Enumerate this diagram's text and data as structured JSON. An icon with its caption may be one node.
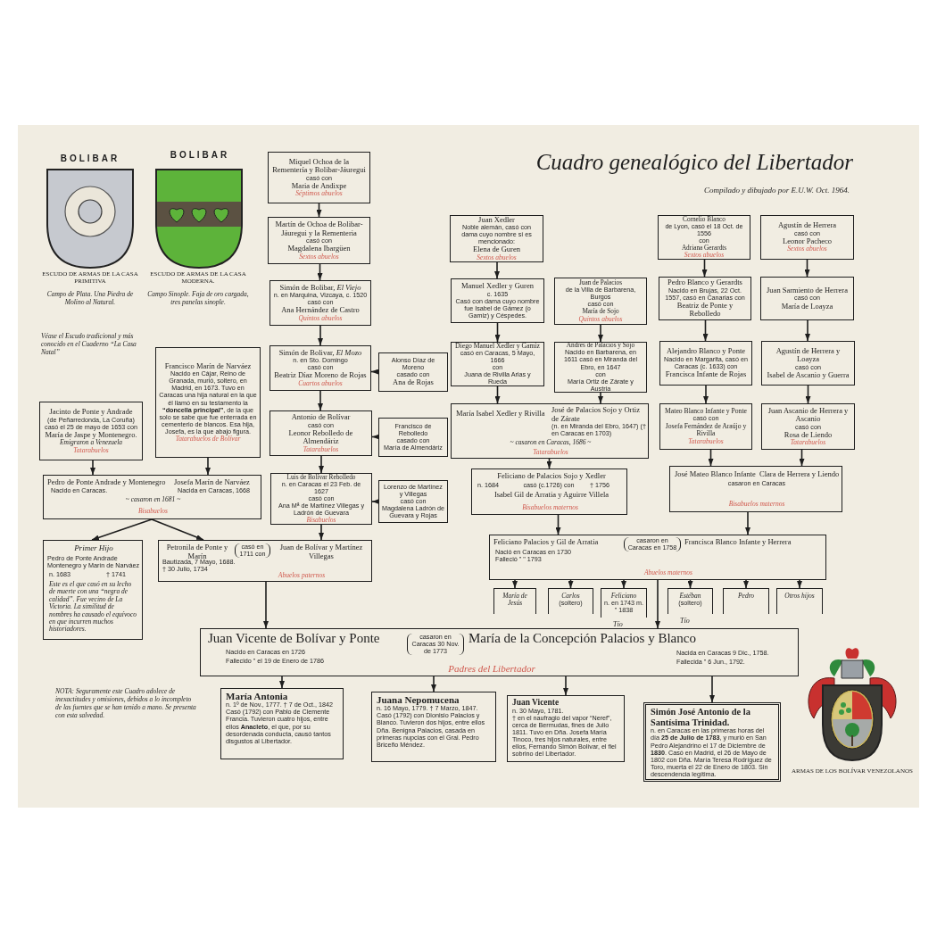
{
  "diagram": {
    "title": "Cuadro genealógico del Libertador",
    "nodes": [
      {
        "text": [
          "Miquel Ochoa de la Rementería y Bolibar-Jáuregui",
          "casó con",
          "Maria de Andixpe",
          "Séptimos abuelos"
        ]
      },
      {
        "text": [
          "Martín de Ochoa de Bolibar-Jáuregui y la Rementeria",
          "casó con",
          "Magdalena Ibargüen",
          "Sextos abuelos"
        ]
      },
      {
        "text": [
          "Simón de Bolibar, *El Viejo*",
          "n. en Marquina, Vizcaya, c. 1520",
          "casó con",
          "Ana Hernández de Castro",
          "Quintos abuelos"
        ]
      },
      {
        "text": [
          "Simón de Bolivar, *El Mozo*",
          "n. en Sto. Domingo",
          "casó con",
          "Beatriz Díaz Moreno de Rojas",
          "Cuartos abuelos"
        ]
      },
      {
        "text": [
          "Alonso Díaz de Moreno",
          "casado con",
          "Ana de Rojas"
        ]
      },
      {
        "text": [
          "Antonio de Bolívar",
          "casó con",
          "Leonor Rebolledo de Almendáriz",
          "Tatarabuelos"
        ]
      },
      {
        "text": [
          "Francisco de Rebolledo",
          "casado con",
          "María de Almendáriz"
        ]
      },
      {
        "text": [
          "Luis de Bolívar Rebolledo",
          "n. en Caracas el 23 Feb. de 1627",
          "casó con",
          "Ana Mª de Martínez Villegas y Ladrón de Guevara",
          "Bisabuelos"
        ]
      },
      {
        "text": [
          "Lorenzo de Martínez y Villegas",
          "casó con",
          "Magdalena Ladrón de Guevara y Rojas"
        ]
      },
      {
        "text": [
          "Petronila de Ponte y Marín",
          "Bautizada, 7 Mayo, 1688. † 30 Julio, 1734",
          "casó en 1711 con",
          "Juan de Bolívar y Martínez Villegas",
          "Abuelos paternos"
        ]
      },
      {
        "text": [
          "Jacinto de Ponte y Andrade",
          "(de Peñarredonda, La Coruña) casó el 25 de mayo de 1653 con",
          "María de Jaspe y Montenegro.",
          "Emigraron a Venezuela",
          "Tatarabuelos"
        ]
      },
      {
        "text": [
          "Francisco Marín de Narváez",
          "Nacido en Cájar, Reino de Granada, murió, soltero, en Madrid, en 1673. Tuvo en Caracas una hija natural en la que él llamó en su testamento la **“doncella principal”**, de la que solo se sabe que fue enterrada en cementerio de blancos. Esa hija, Josefa, es la que abajo figura.",
          "Tatarabuelos de Bolívar"
        ]
      },
      {
        "text": [
          "Pedro de Ponte Andrade y Montenegro",
          "Nacido en Caracas.",
          "Josefa Marín de Narváez",
          "Nacida en Caracas, 1668",
          "~ casaron en 1681 ~",
          "Bisabuelos"
        ]
      },
      {
        "text": [
          "Primer Hijo",
          "Pedro de Ponte Andrade Montenegro y Marín de Narváez",
          "n. 1683",
          "† 1741",
          "Este es el que casó en su lecho de muerte con una “negra de calidad”. Fue vecino de La Victoria. La similitud de nombres ha causado el equívoco en que incurren muchos historiadores."
        ]
      },
      {
        "text": [
          "Juan Vicente de Bolívar y Ponte",
          "Nacido en Caracas en 1726",
          "Fallecido \" el 19 de Enero de 1786",
          "casaron en Caracas 30 Nov. de 1773",
          "María de la Concepción Palacios y Blanco",
          "Nacida en Caracas 9 Dic., 1758.",
          "Fallecida \" 6 Jun., 1792.",
          "Padres del Libertador"
        ]
      },
      {
        "text": [
          "María Antonia",
          "n. 1º de Nov., 1777. † 7 de Oct., 1842",
          "Casó (1792) con Pablo de Clemente Francia. Tuvieron cuatro hijos, entre ellos **Anacleto**, el que, por su desordenada conducta, causó tantos disgustos al Libertador."
        ]
      },
      {
        "text": [
          "Juana Nepomucena",
          "n. 16 Mayo, 1779. † 7 Marzo, 1847.",
          "Casó (1792) con Dionisio Palacios y Blanco. Tuvieron dos hijos, entre ellos Dña. Benigna Palacios, casada en primeras nupcias con el Gral. Pedro Briceño Méndez."
        ]
      },
      {
        "text": [
          "Juan Vicente",
          "n. 30 Mayo, 1781.",
          "† en el naufragio del vapor “Neref”, cerca de Bermudas, fines de Julio 1811. Tuvo en Dña. Josefa María Tinoco, tres hijos naturales, entre ellos, Fernando Simón Bolívar, el fiel sobrino del Libertador."
        ]
      },
      {
        "text": [
          "Simón José Antonio de la Santísima Trinidad.",
          "n. en Caracas en las primeras horas del día **25 de Julio de 1783**, y murió en San Pedro Alejandrino el 17 de Diciembre de **1830**. Casó en Madrid, el 26 de Mayo de 1802 con Dña. María Teresa Rodríguez de Toro, muerta el 22 de Enero de 1803. Sin descendencia legítima."
        ]
      },
      {
        "text": [
          "Juan Xedler",
          "Noble alemán, casó con dama cuyo nombre sí es mencionado:",
          "Elena de Guren",
          "Sextos abuelos"
        ]
      },
      {
        "text": [
          "Manuel Xedler y Guren",
          "c. 1635",
          "Casó con dama cuyo nombre fue Isabel de Gámez (o Gamiz) y Céspedes."
        ]
      },
      {
        "text": [
          "Juan de Palacios",
          "de la Villa de Barbarena, Burgos",
          "casó con",
          "María de Sojo",
          "Quintos abuelos"
        ]
      },
      {
        "text": [
          "Diego Manuel Xedler y Gamiz",
          "casó en Caracas, 5 Mayo, 1666",
          "con",
          "Juana de Rivilla Arias y Rueda"
        ]
      },
      {
        "text": [
          "Andrés de Palacios y Sojo",
          "Nacido en Barbarena, en 1611 casó en Miranda del Ebro, en 1647",
          "con",
          "María Ortiz de Zárate y Austria"
        ]
      },
      {
        "text": [
          "María Isabel Xedler y Rivilla",
          "José de Palacios Sojo y Ortiz de Zárate",
          "(n. en Miranda del Ebro, 1647) († en Caracas en 1703)",
          "~ casaron en Caracas, 1686 ~",
          "Tatarabuelos"
        ]
      },
      {
        "text": [
          "Feliciano de Palacios Sojo y Xedler",
          "n. 1684",
          "casó (c.1726) con",
          "† 1756",
          "Isabel Gil de Arratia y Aguirre Villela",
          "Bisabuelos maternos"
        ]
      },
      {
        "text": [
          "Feliciano Palacios y Gil de Arratia",
          "Nació en Caracas en 1730 Falleció \" \" 1793",
          "casaron en Caracas en 1758",
          "Francisca Blanco Infante y Herrera",
          "Abuelos maternos"
        ]
      },
      {
        "text": [
          "María de Jesús"
        ]
      },
      {
        "text": [
          "Carlos",
          "(soltero)"
        ]
      },
      {
        "text": [
          "Feliciano",
          "n. en 1743 m. \" 1838"
        ],
        "beside": [
          "Tío"
        ]
      },
      {
        "text": [
          "Estéban",
          "(soltero)"
        ],
        "beside": [
          "Tío"
        ]
      },
      {
        "text": [
          "Pedro"
        ]
      },
      {
        "text": [
          "Otros hijos"
        ]
      },
      {
        "text": [
          "Cornelio Blanco",
          "de Lyon, casó el 18 Oct. de 1556",
          "con",
          "Adriana Gerardts",
          "Sextos abuelos"
        ]
      },
      {
        "text": [
          "Agustín de Herrera",
          "casó con",
          "Leonor Pacheco",
          "Sextos abuelos"
        ]
      },
      {
        "text": [
          "Pedro Blanco y Gerardts",
          "Nacido en Brujas, 22 Oct. 1557, casó en Canarias con",
          "Beatriz de Ponte y Rebolledo"
        ]
      },
      {
        "text": [
          "Juan Sarmiento de Herrera",
          "casó con",
          "María de Loayza"
        ]
      },
      {
        "text": [
          "Alejandro Blanco y Ponte",
          "Nacido en Margarita, casó en Caracas (c. 1633) con",
          "Francisca Infante de Rojas"
        ]
      },
      {
        "text": [
          "Agustín de Herrera y Loayza",
          "casó con",
          "Isabel de Ascanio y Guerra"
        ]
      },
      {
        "text": [
          "Mateo Blanco Infante y Ponte",
          "casó con",
          "Josefa Fernández de Araújo y Rivilla",
          "Tatarabuelos"
        ]
      },
      {
        "text": [
          "Juan Ascanio de Herrera y Ascanio",
          "casó con",
          "Rosa de Liendo",
          "Tatarabuelos"
        ]
      },
      {
        "text": [
          "José Mateo Blanco Infante",
          "Clara de Herrera y Liendo",
          "casaron en Caracas",
          "Bisabuelos maternos"
        ]
      }
    ],
    "edges": [
      {
        "from": 0,
        "to": 1,
        "arrow": "to"
      },
      {
        "from": 1,
        "to": 2,
        "arrow": "to"
      },
      {
        "from": 2,
        "to": 3,
        "arrow": "to"
      },
      {
        "from": 3,
        "to": 5,
        "arrow": "to"
      },
      {
        "from": 5,
        "to": 7,
        "arrow": "to"
      },
      {
        "from": 7,
        "to": 9,
        "arrow": "to"
      },
      {
        "from": 4,
        "to": 3,
        "arrow": "to"
      },
      {
        "from": 6,
        "to": 5,
        "arrow": "to"
      },
      {
        "from": 8,
        "to": 7,
        "arrow": "to"
      },
      {
        "from": 10,
        "to": 12,
        "arrow": "to"
      },
      {
        "from": 11,
        "to": 12,
        "arrow": "to"
      },
      {
        "from": 12,
        "to": 13,
        "arrow": "to"
      },
      {
        "from": 12,
        "to": 9,
        "arrow": "to"
      },
      {
        "from": 9,
        "to": 14,
        "arrow": "to"
      },
      {
        "from": 19,
        "to": 20,
        "arrow": "to"
      },
      {
        "from": 20,
        "to": 22,
        "arrow": "to"
      },
      {
        "from": 21,
        "to": 23,
        "arrow": "to"
      },
      {
        "from": 22,
        "to": 24,
        "arrow": "to"
      },
      {
        "from": 23,
        "to": 24,
        "arrow": "to"
      },
      {
        "from": 24,
        "to": 25,
        "arrow": "to"
      },
      {
        "from": 25,
        "to": 26,
        "arrow": "to"
      },
      {
        "from": 26,
        "to": 27,
        "arrow": "to"
      },
      {
        "from": 26,
        "to": 28,
        "arrow": "to"
      },
      {
        "from": 26,
        "to": 29,
        "arrow": "to"
      },
      {
        "from": 26,
        "to": 30,
        "arrow": "to"
      },
      {
        "from": 26,
        "to": 31,
        "arrow": "to"
      },
      {
        "from": 26,
        "to": 32,
        "arrow": "to"
      },
      {
        "from": 26,
        "to": 14,
        "arrow": "to"
      },
      {
        "from": 33,
        "to": 35,
        "arrow": "to"
      },
      {
        "from": 35,
        "to": 37,
        "arrow": "to"
      },
      {
        "from": 37,
        "to": 39,
        "arrow": "to"
      },
      {
        "from": 39,
        "to": 41,
        "arrow": "to"
      },
      {
        "from": 34,
        "to": 36,
        "arrow": "to"
      },
      {
        "from": 36,
        "to": 38,
        "arrow": "to"
      },
      {
        "from": 38,
        "to": 40,
        "arrow": "to"
      },
      {
        "from": 40,
        "to": 41,
        "arrow": "to"
      },
      {
        "from": 41,
        "to": 26,
        "arrow": "to"
      },
      {
        "from": 14,
        "to": 15,
        "arrow": "to"
      },
      {
        "from": 14,
        "to": 16,
        "arrow": "to"
      },
      {
        "from": 14,
        "to": 17,
        "arrow": "to"
      },
      {
        "from": 14,
        "to": 18,
        "arrow": "to"
      }
    ],
    "labels": [
      "BOLIBAR",
      "BOLIBAR",
      "Compilado y dibujado por E.U.W. Oct. 1964.",
      "ESCUDO DE ARMAS DE LA CASA PRIMITIVA",
      "ESCUDO DE ARMAS DE LA CASA MODERNA.",
      "Campo de Plata. Una Piedra de Molino al Natural.",
      "Campo Sinople. Faja de oro cargada, tres panelas sinople.",
      "Véase el Escudo tradicional y más conocido en el Cuaderno “La Casa Natal”",
      "NOTA: Seguramente este Cuadro adolece de inexactitudes y omisiones, debidos a lo incompleto de las fuentes que se han tenido a mano. Se presenta con esta salvedad.",
      "ARMAS DE LOS BOLÍVAR VENEZOLANOS"
    ]
  }
}
